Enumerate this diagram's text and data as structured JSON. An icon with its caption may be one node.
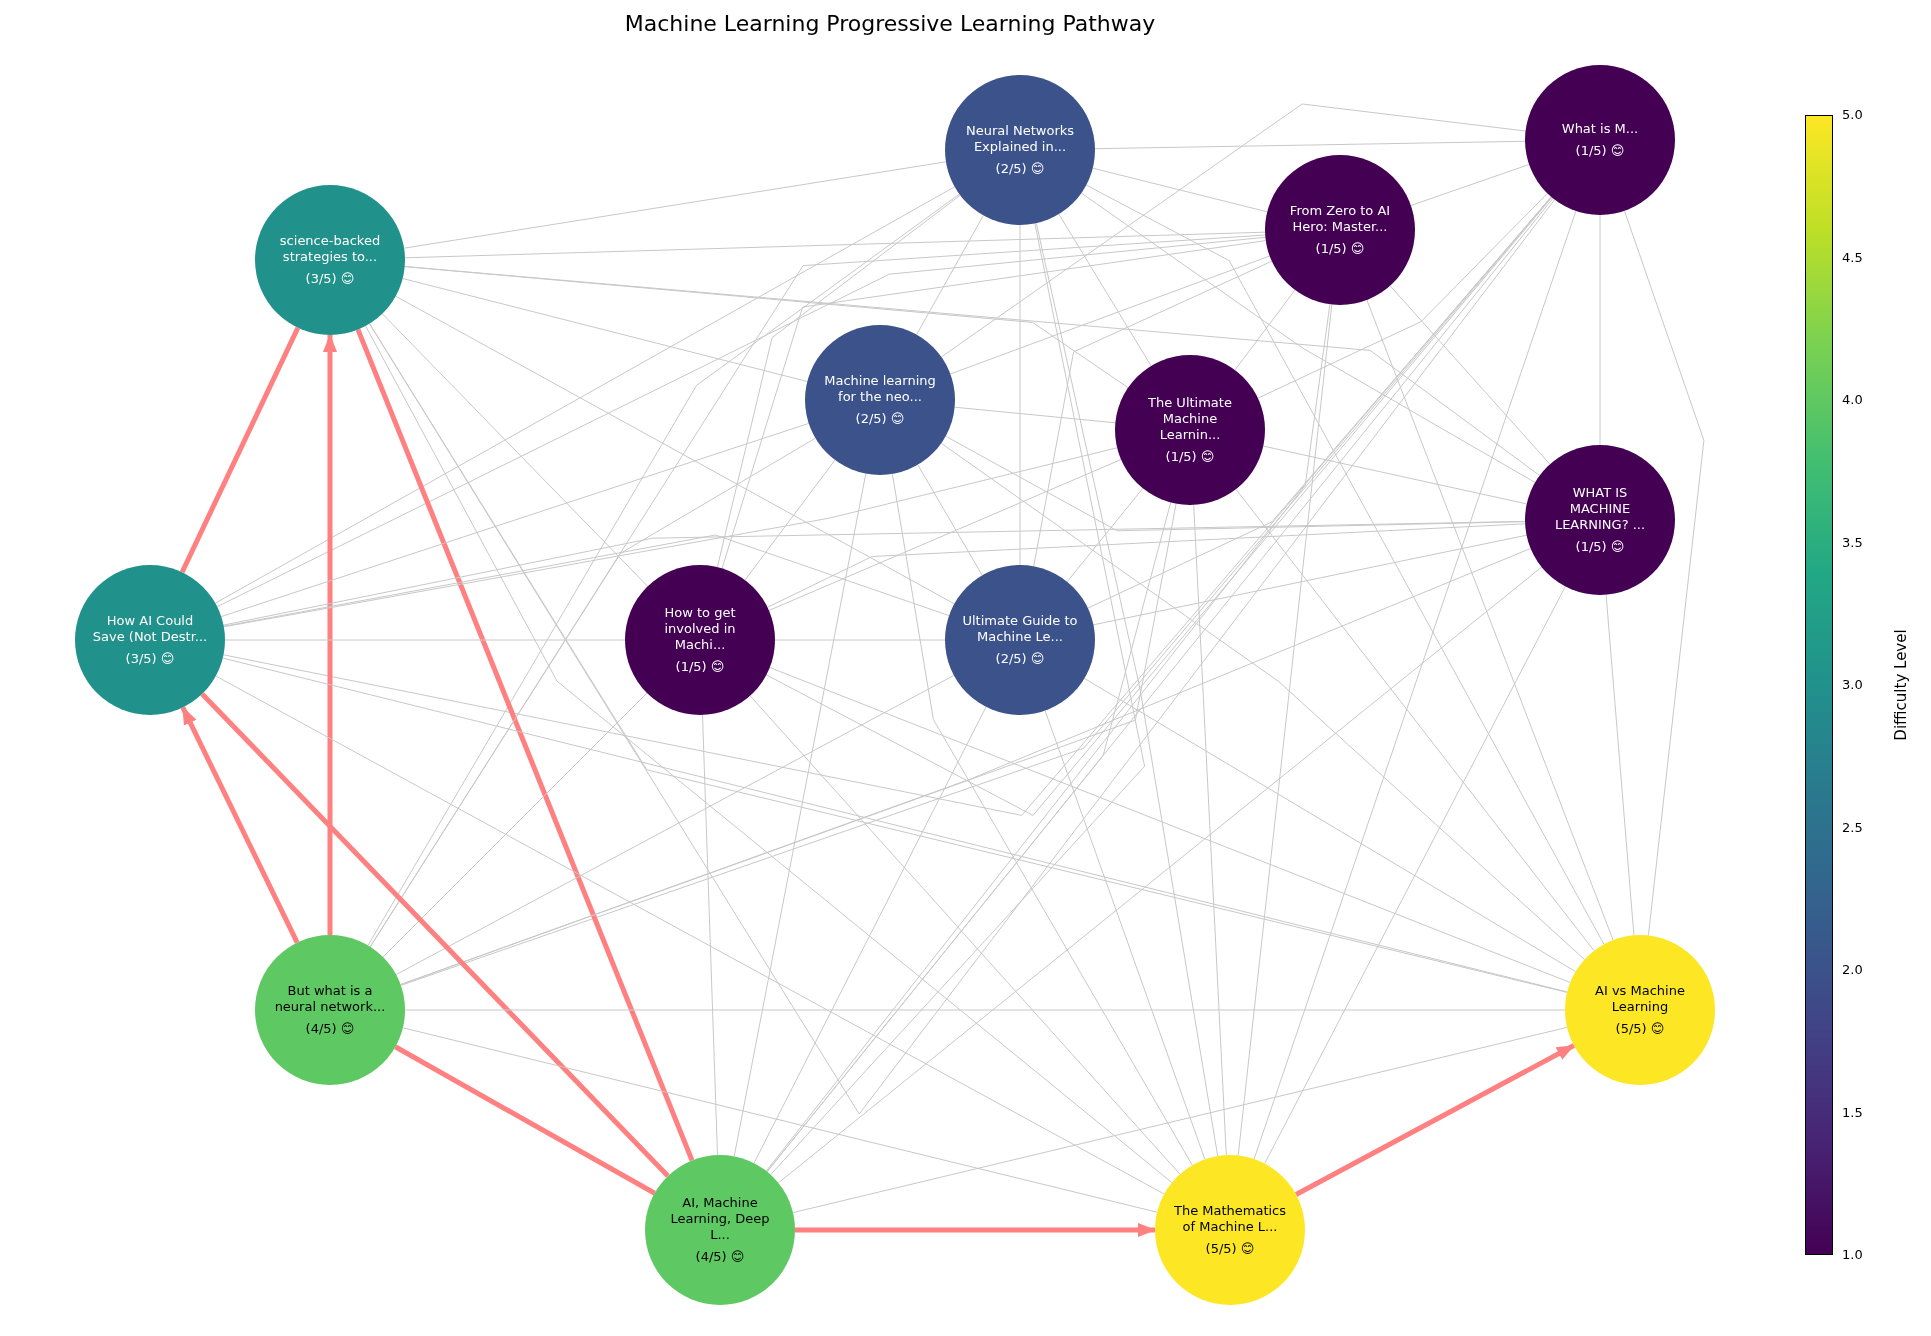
{
  "diagram": {
    "title": "Machine Learning Progressive Learning Pathway",
    "nodes": [
      {
        "text": [
          "What is M...",
          "(1/5) 😊"
        ]
      },
      {
        "text": [
          "Neural Networks Explained in...",
          "(2/5) 😊"
        ]
      },
      {
        "text": [
          "From Zero to AI Hero: Master...",
          "(1/5) 😊"
        ]
      },
      {
        "text": [
          "science-backed strategies to...",
          "(3/5) 😊"
        ]
      },
      {
        "text": [
          "Machine learning for the neo...",
          "(2/5) 😊"
        ]
      },
      {
        "text": [
          "The Ultimate Machine Learnin...",
          "(1/5) 😊"
        ]
      },
      {
        "text": [
          "Ultimate Guide to Machine Le...",
          "(2/5) 😊"
        ]
      },
      {
        "text": [
          "WHAT IS MACHINE LEARNING? ...",
          "(1/5) 😊"
        ]
      },
      {
        "text": [
          "How to get involved in Machi...",
          "(1/5) 😊"
        ]
      },
      {
        "text": [
          "How AI Could Save (Not Destr...",
          "(3/5) 😊"
        ]
      },
      {
        "text": [
          "But what is a neural network...",
          "(4/5) 😊"
        ]
      },
      {
        "text": [
          "AI vs Machine Learning",
          "(5/5) 😊"
        ]
      },
      {
        "text": [
          "AI, Machine Learning, Deep L...",
          "(4/5) 😊"
        ]
      },
      {
        "text": [
          "The Mathematics of Machine L...",
          "(5/5) 😊"
        ]
      }
    ],
    "edges": [
      {
        "from": 0,
        "to": 1,
        "arrow": "none"
      },
      {
        "from": 0,
        "to": 2,
        "arrow": "none"
      },
      {
        "from": 0,
        "to": 3,
        "arrow": "none"
      },
      {
        "from": 0,
        "to": 4,
        "arrow": "none"
      },
      {
        "from": 0,
        "to": 5,
        "arrow": "none"
      },
      {
        "from": 0,
        "to": 6,
        "arrow": "none"
      },
      {
        "from": 0,
        "to": 7,
        "arrow": "none"
      },
      {
        "from": 0,
        "to": 8,
        "arrow": "none"
      },
      {
        "from": 0,
        "to": 9,
        "arrow": "none"
      },
      {
        "from": 0,
        "to": 10,
        "arrow": "none"
      },
      {
        "from": 0,
        "to": 11,
        "arrow": "none"
      },
      {
        "from": 0,
        "to": 12,
        "arrow": "none"
      },
      {
        "from": 0,
        "to": 13,
        "arrow": "none"
      },
      {
        "from": 1,
        "to": 2,
        "arrow": "none"
      },
      {
        "from": 1,
        "to": 3,
        "arrow": "none"
      },
      {
        "from": 1,
        "to": 4,
        "arrow": "none"
      },
      {
        "from": 1,
        "to": 5,
        "arrow": "none"
      },
      {
        "from": 1,
        "to": 6,
        "arrow": "none"
      },
      {
        "from": 1,
        "to": 7,
        "arrow": "none"
      },
      {
        "from": 1,
        "to": 8,
        "arrow": "none"
      },
      {
        "from": 1,
        "to": 9,
        "arrow": "none"
      },
      {
        "from": 1,
        "to": 10,
        "arrow": "none"
      },
      {
        "from": 1,
        "to": 11,
        "arrow": "none"
      },
      {
        "from": 1,
        "to": 12,
        "arrow": "none"
      },
      {
        "from": 1,
        "to": 13,
        "arrow": "none"
      },
      {
        "from": 2,
        "to": 3,
        "arrow": "none"
      },
      {
        "from": 2,
        "to": 4,
        "arrow": "none"
      },
      {
        "from": 2,
        "to": 5,
        "arrow": "none"
      },
      {
        "from": 2,
        "to": 6,
        "arrow": "none"
      },
      {
        "from": 2,
        "to": 7,
        "arrow": "none"
      },
      {
        "from": 2,
        "to": 8,
        "arrow": "none"
      },
      {
        "from": 2,
        "to": 9,
        "arrow": "none"
      },
      {
        "from": 2,
        "to": 10,
        "arrow": "none"
      },
      {
        "from": 2,
        "to": 11,
        "arrow": "none"
      },
      {
        "from": 2,
        "to": 12,
        "arrow": "none"
      },
      {
        "from": 2,
        "to": 13,
        "arrow": "none"
      },
      {
        "from": 3,
        "to": 4,
        "arrow": "none"
      },
      {
        "from": 3,
        "to": 5,
        "arrow": "none"
      },
      {
        "from": 3,
        "to": 6,
        "arrow": "none"
      },
      {
        "from": 3,
        "to": 7,
        "arrow": "none"
      },
      {
        "from": 3,
        "to": 8,
        "arrow": "none"
      },
      {
        "from": 3,
        "to": 9,
        "arrow": "none",
        "style": "thick",
        "color": "#ff8080"
      },
      {
        "from": 10,
        "to": 3,
        "arrow": "to",
        "style": "thick",
        "color": "#ff8080"
      },
      {
        "from": 3,
        "to": 11,
        "arrow": "none"
      },
      {
        "from": 3,
        "to": 12,
        "arrow": "none",
        "style": "thick",
        "color": "#ff8080"
      },
      {
        "from": 3,
        "to": 13,
        "arrow": "none"
      },
      {
        "from": 4,
        "to": 5,
        "arrow": "none"
      },
      {
        "from": 4,
        "to": 6,
        "arrow": "none"
      },
      {
        "from": 4,
        "to": 7,
        "arrow": "none"
      },
      {
        "from": 4,
        "to": 8,
        "arrow": "none"
      },
      {
        "from": 4,
        "to": 9,
        "arrow": "none"
      },
      {
        "from": 4,
        "to": 10,
        "arrow": "none"
      },
      {
        "from": 4,
        "to": 11,
        "arrow": "none"
      },
      {
        "from": 4,
        "to": 12,
        "arrow": "none"
      },
      {
        "from": 4,
        "to": 13,
        "arrow": "none"
      },
      {
        "from": 5,
        "to": 6,
        "arrow": "none"
      },
      {
        "from": 5,
        "to": 7,
        "arrow": "none"
      },
      {
        "from": 5,
        "to": 8,
        "arrow": "none"
      },
      {
        "from": 5,
        "to": 9,
        "arrow": "none"
      },
      {
        "from": 5,
        "to": 10,
        "arrow": "none"
      },
      {
        "from": 5,
        "to": 11,
        "arrow": "none"
      },
      {
        "from": 5,
        "to": 12,
        "arrow": "none"
      },
      {
        "from": 5,
        "to": 13,
        "arrow": "none"
      },
      {
        "from": 6,
        "to": 7,
        "arrow": "none"
      },
      {
        "from": 6,
        "to": 8,
        "arrow": "none"
      },
      {
        "from": 6,
        "to": 9,
        "arrow": "none"
      },
      {
        "from": 6,
        "to": 10,
        "arrow": "none"
      },
      {
        "from": 6,
        "to": 11,
        "arrow": "none"
      },
      {
        "from": 6,
        "to": 12,
        "arrow": "none"
      },
      {
        "from": 6,
        "to": 13,
        "arrow": "none"
      },
      {
        "from": 7,
        "to": 8,
        "arrow": "none"
      },
      {
        "from": 7,
        "to": 9,
        "arrow": "none"
      },
      {
        "from": 7,
        "to": 10,
        "arrow": "none"
      },
      {
        "from": 7,
        "to": 11,
        "arrow": "none"
      },
      {
        "from": 7,
        "to": 12,
        "arrow": "none"
      },
      {
        "from": 7,
        "to": 13,
        "arrow": "none"
      },
      {
        "from": 8,
        "to": 9,
        "arrow": "none"
      },
      {
        "from": 8,
        "to": 10,
        "arrow": "none"
      },
      {
        "from": 8,
        "to": 11,
        "arrow": "none"
      },
      {
        "from": 8,
        "to": 12,
        "arrow": "none"
      },
      {
        "from": 8,
        "to": 13,
        "arrow": "none"
      },
      {
        "from": 10,
        "to": 9,
        "arrow": "to",
        "style": "thick",
        "color": "#ff8080"
      },
      {
        "from": 9,
        "to": 11,
        "arrow": "none"
      },
      {
        "from": 9,
        "to": 12,
        "arrow": "none",
        "style": "thick",
        "color": "#ff8080"
      },
      {
        "from": 9,
        "to": 13,
        "arrow": "none"
      },
      {
        "from": 10,
        "to": 11,
        "arrow": "none"
      },
      {
        "from": 10,
        "to": 12,
        "arrow": "none",
        "style": "thick",
        "color": "#ff8080"
      },
      {
        "from": 10,
        "to": 13,
        "arrow": "none"
      },
      {
        "from": 11,
        "to": 12,
        "arrow": "none"
      },
      {
        "from": 13,
        "to": 11,
        "arrow": "to",
        "style": "thick",
        "color": "#ff8080"
      },
      {
        "from": 12,
        "to": 13,
        "arrow": "to",
        "style": "thick",
        "color": "#ff8080"
      }
    ],
    "labels": [
      "5.0",
      "4.5",
      "4.0",
      "3.5",
      "3.0",
      "2.5",
      "2.0",
      "1.5",
      "1.0",
      "Difficulty Level"
    ]
  }
}
